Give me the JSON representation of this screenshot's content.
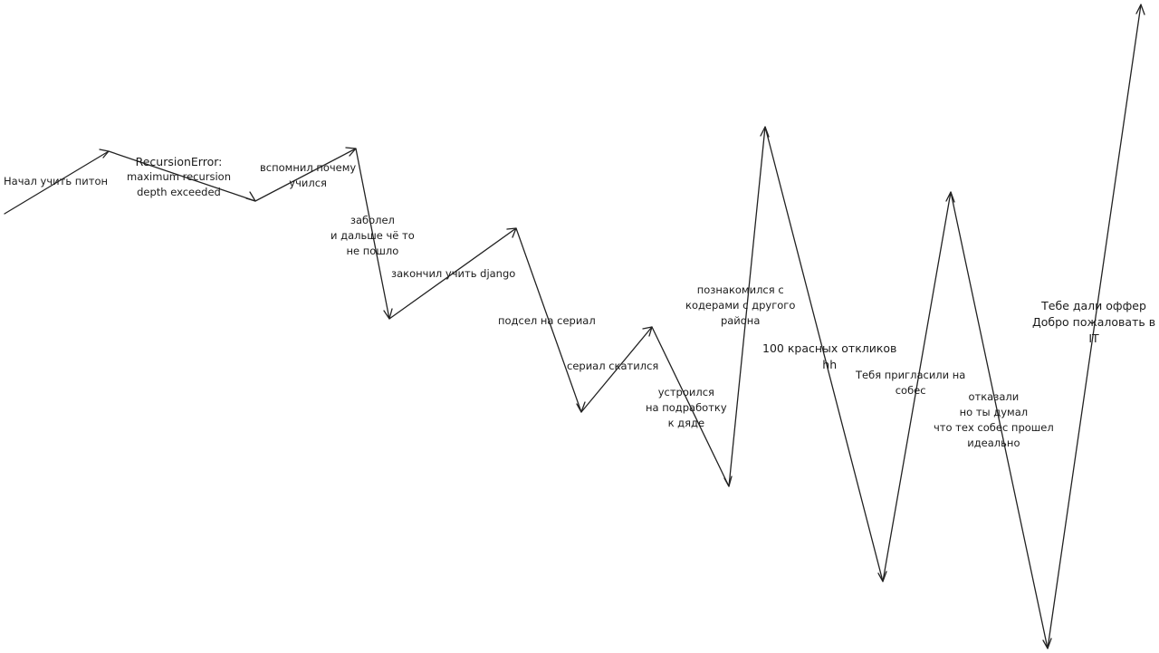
{
  "line_color": "#222222",
  "labels": [
    {
      "lines": [
        "Начал учить питон"
      ]
    },
    {
      "lines": [
        "RecursionError:",
        "maximum recursion",
        "depth exceeded"
      ]
    },
    {
      "lines": [
        "вспомнил почему",
        "учился"
      ]
    },
    {
      "lines": [
        "заболел",
        "и дальше чё то",
        "не пошло"
      ]
    },
    {
      "lines": [
        "закончил учить django"
      ]
    },
    {
      "lines": [
        "подсел на сериал"
      ]
    },
    {
      "lines": [
        "сериал скатился"
      ]
    },
    {
      "lines": [
        "устроился",
        "на подработку",
        "к дяде"
      ]
    },
    {
      "lines": [
        "познакомился с",
        "кодерами с другого",
        "района"
      ]
    },
    {
      "lines": [
        "100 красных откликов",
        "hh"
      ]
    },
    {
      "lines": [
        "Тебя пригласили на",
        "собес"
      ]
    },
    {
      "lines": [
        "отказали",
        "но ты думал",
        "что тех собес прошел",
        "идеально"
      ]
    },
    {
      "lines": [
        "Тебе дали оффер",
        "Добро пожаловать в",
        "IT"
      ]
    }
  ]
}
